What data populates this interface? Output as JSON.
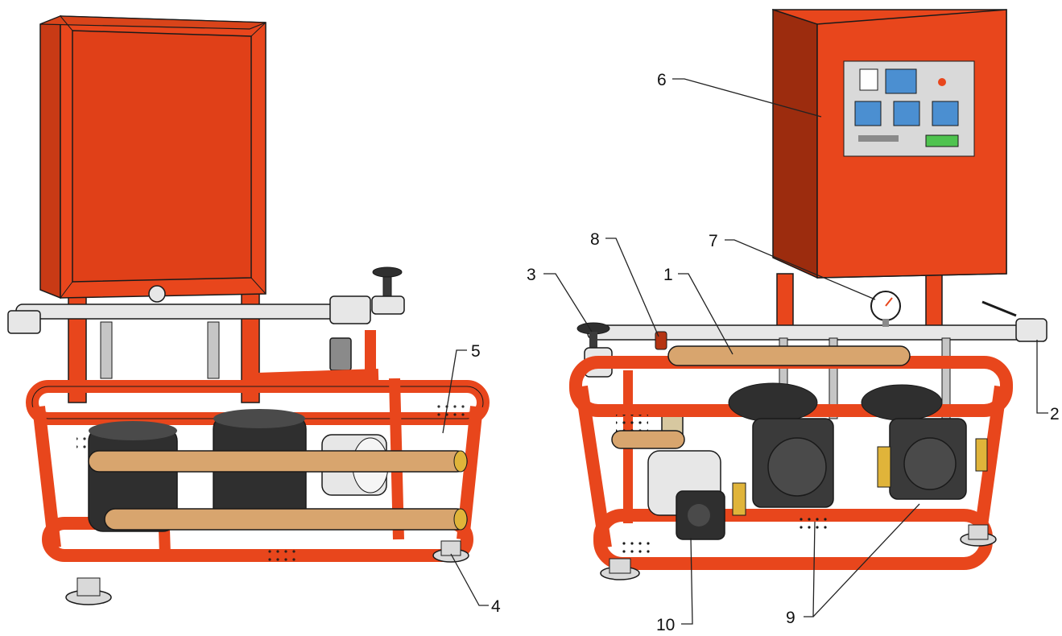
{
  "colors": {
    "frame": "#e8461c",
    "frame_dark": "#b53412",
    "cabinet": "#e8461c",
    "cabinet_shade": "#c83a15",
    "cabinet_dark": "#9c2c0e",
    "pipe_tan": "#d8a56e",
    "pipe_tan_dark": "#a97a48",
    "pipe_silver": "#e7e7e7",
    "motor": "#2f2f2f",
    "motor_light": "#4a4a4a",
    "brass": "#e0b43a",
    "panel_face": "#d9d9d9",
    "panel_screen": "#4b8fd1",
    "panel_green": "#4fc34f",
    "outline": "#1a1a1a"
  },
  "icons": [
    "pump-station-rear-view",
    "pump-station-front-view",
    "control-panel-icon",
    "pressure-gauge-icon",
    "gate-valve-icon"
  ],
  "callouts": [
    {
      "id": "1",
      "text": "1"
    },
    {
      "id": "2",
      "text": "2"
    },
    {
      "id": "3",
      "text": "3"
    },
    {
      "id": "4",
      "text": "4"
    },
    {
      "id": "5",
      "text": "5"
    },
    {
      "id": "6",
      "text": "6"
    },
    {
      "id": "7",
      "text": "7"
    },
    {
      "id": "8",
      "text": "8"
    },
    {
      "id": "9",
      "text": "9"
    },
    {
      "id": "10",
      "text": "10"
    }
  ]
}
